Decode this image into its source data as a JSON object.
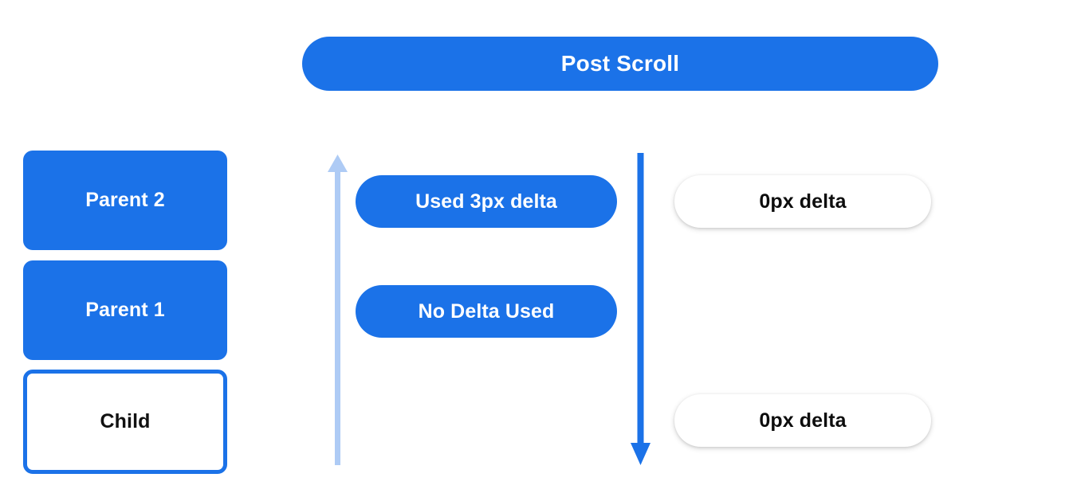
{
  "header": {
    "title": "Post Scroll"
  },
  "scroll_chain": {
    "boxes": [
      {
        "label": "Parent 2",
        "style": "filled"
      },
      {
        "label": "Parent 1",
        "style": "filled"
      },
      {
        "label": "Child",
        "style": "outlined"
      }
    ]
  },
  "consumption": {
    "pills": [
      {
        "label": "Used 3px delta"
      },
      {
        "label": "No Delta Used"
      }
    ]
  },
  "remaining": {
    "pills": [
      {
        "label": "0px delta"
      },
      {
        "label": "0px delta"
      }
    ]
  },
  "arrows": {
    "bubble_up": {
      "direction": "up",
      "color": "#aecbf5"
    },
    "scroll_down": {
      "direction": "down",
      "color": "#1b72e8"
    }
  },
  "colors": {
    "accent": "#1b72e8",
    "accent_light": "#aecbf5",
    "background": "#ffffff",
    "text_on_accent": "#ffffff",
    "text_dark": "#111111"
  }
}
